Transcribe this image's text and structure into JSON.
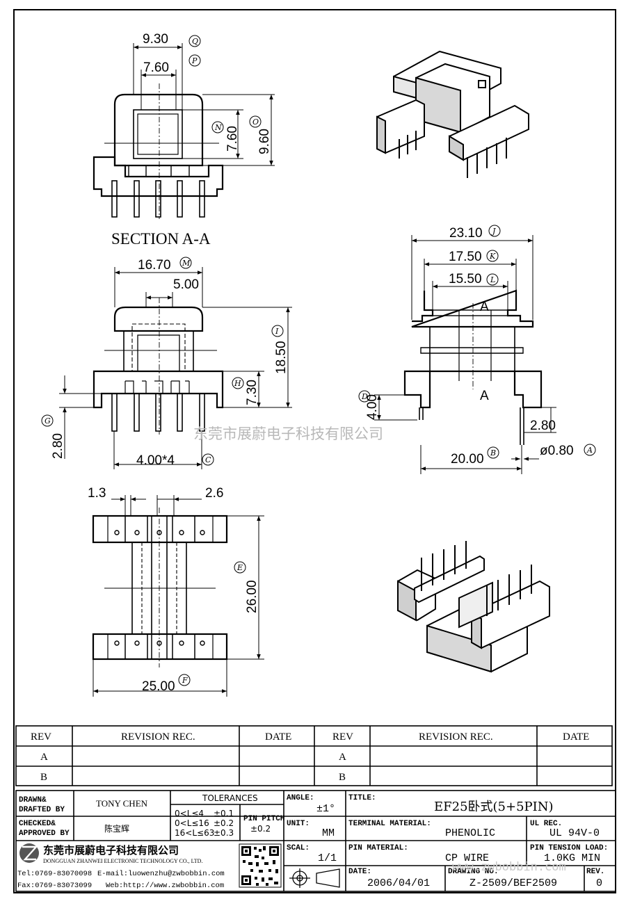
{
  "section_label": "SECTION A-A",
  "views": {
    "section": {
      "dims": [
        {
          "value": "9.30",
          "tag": "Q"
        },
        {
          "value": "",
          "tag": "P"
        },
        {
          "value": "7.60",
          "tag": ""
        },
        {
          "value": "7.60",
          "tag": "N"
        },
        {
          "value": "9.60",
          "tag": "O"
        }
      ]
    },
    "front": {
      "dims": [
        {
          "value": "16.70",
          "tag": "M"
        },
        {
          "value": "5.00",
          "tag": ""
        },
        {
          "value": "18.50",
          "tag": "I"
        },
        {
          "value": "7.30",
          "tag": "H"
        },
        {
          "value": "2.80",
          "tag": "G"
        },
        {
          "value": "4.00*4",
          "tag": "C"
        }
      ]
    },
    "side": {
      "dims": [
        {
          "value": "23.10",
          "tag": "J"
        },
        {
          "value": "17.50",
          "tag": "K"
        },
        {
          "value": "15.50",
          "tag": "L"
        },
        {
          "value": "4.00",
          "tag": "D"
        },
        {
          "value": "2.80",
          "tag": ""
        },
        {
          "value": "20.00",
          "tag": "B"
        },
        {
          "value": "ø0.80",
          "tag": "A"
        }
      ],
      "section_marks": [
        "A",
        "A"
      ]
    },
    "bottom": {
      "dims": [
        {
          "value": "1.3",
          "tag": ""
        },
        {
          "value": "2.6",
          "tag": ""
        },
        {
          "value": "26.00",
          "tag": "E"
        },
        {
          "value": "25.00",
          "tag": "F"
        }
      ]
    }
  },
  "watermark": "东莞市展蔚电子科技有限公司",
  "watermark_url": "www.zwbobbin.com",
  "revision_table": {
    "headers": [
      "REV",
      "REVISION REC.",
      "DATE",
      "REV",
      "REVISION REC.",
      "DATE"
    ],
    "rows": [
      [
        "A",
        "",
        "",
        "A",
        "",
        ""
      ],
      [
        "B",
        "",
        "",
        "B",
        "",
        ""
      ]
    ]
  },
  "title_block": {
    "drawn_label": "DRAWN&",
    "drafted_label": "DRAFTED BY",
    "drafted_by": "TONY CHEN",
    "checked_label": "CHECKED&",
    "approved_label": "APPROVED BY",
    "approved_by": "陈宝辉",
    "tolerances_label": "TOLERANCES",
    "tolerance_rows": [
      {
        "range": "0<L≤4",
        "tol": "±0.1"
      },
      {
        "range": "0<L≤16",
        "tol": "±0.2"
      },
      {
        "range": "16<L≤63",
        "tol": "±0.3"
      }
    ],
    "pin_pitch_label": "PIN PITCH",
    "pin_pitch_tol": "±0.2",
    "angle_label": "ANGLE:",
    "angle_value": "±1°",
    "unit_label": "UNIT:",
    "unit_value": "MM",
    "scale_label": "SCAL:",
    "scale_value": "1/1",
    "title_label": "TITLE:",
    "title_value": "EF25卧式(5+5PIN)",
    "terminal_material_label": "TERMINAL MATERIAL:",
    "terminal_material": "PHENOLIC",
    "ul_rec_label": "UL REC.",
    "ul_rec": "UL 94V-0",
    "pin_material_label": "PIN MATERIAL:",
    "pin_material": "CP WIRE",
    "pin_tension_label": "PIN TENSION LOAD:",
    "pin_tension": "1.0KG MIN",
    "date_label": "DATE:",
    "date_value": "2006/04/01",
    "drawing_no_label": "DRAWING NO.",
    "drawing_no": "Z-2509/BEF2509",
    "rev_label": "REV.",
    "rev_value": "0",
    "company_cn": "东莞市展蔚电子科技有限公司",
    "company_en": "DONGGUAN ZHANWEI ELECTRONIC TECHNOLOGY CO., LTD.",
    "tel": "Tel:0769-83070098",
    "email": "E-mail:luowenzhu@zwbobbin.com",
    "fax": "Fax:0769-83073099",
    "web": "Web:http://www.zwbobbin.com"
  }
}
